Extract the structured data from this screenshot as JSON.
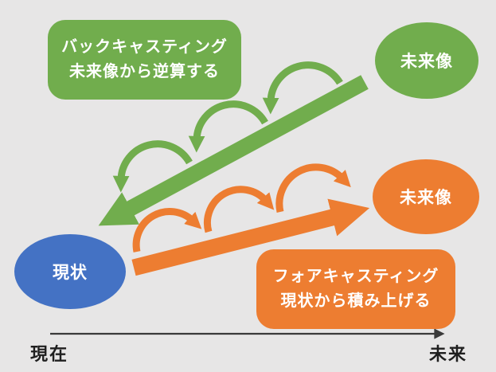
{
  "colors": {
    "background": "#e7e6e6",
    "green": "#71ad4d",
    "orange": "#ed7d31",
    "blue": "#4472c4",
    "axis": "#3a3a3a",
    "shape_text": "#ffffff"
  },
  "backcasting": {
    "title": "バックキャスティング",
    "subtitle": "未来像から逆算する",
    "goal_label": "未来像"
  },
  "forecasting": {
    "title": "フォアキャスティング",
    "subtitle": "現状から積み上げる",
    "goal_label": "未来像"
  },
  "current_state": {
    "label": "現状"
  },
  "axis": {
    "left_label": "現在",
    "right_label": "未来"
  }
}
